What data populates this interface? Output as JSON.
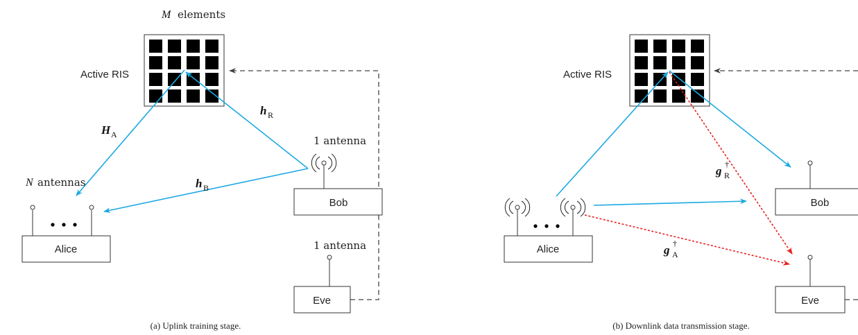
{
  "panel_a": {
    "ris_elements_label": "M",
    "ris_elements_suffix": "elements",
    "ris_label": "Active RIS",
    "alice_antennas_label": "N",
    "alice_antennas_suffix": "antennas",
    "alice_label": "Alice",
    "bob_antenna_label": "1 antenna",
    "bob_label": "Bob",
    "eve_antenna_label": "1 antenna",
    "eve_label": "Eve",
    "channel_HA_main": "H",
    "channel_HA_sub": "A",
    "channel_hR_main": "h",
    "channel_hR_sub": "R",
    "channel_hB_main": "h",
    "channel_hB_sub": "B",
    "caption": "(a) Uplink training stage."
  },
  "panel_b": {
    "ris_label": "Active RIS",
    "alice_label": "Alice",
    "bob_label": "Bob",
    "eve_label": "Eve",
    "channel_gR_main": "g",
    "channel_gR_sup": "†",
    "channel_gR_sub": "R",
    "channel_gA_main": "g",
    "channel_gA_sup": "†",
    "channel_gA_sub": "A",
    "caption": "(b) Downlink data transmission stage."
  },
  "colors": {
    "legit_link": "#1ba9e1",
    "eavesdrop_link": "#e8201f",
    "control_link": "#444444",
    "ris_element": "#000000"
  }
}
